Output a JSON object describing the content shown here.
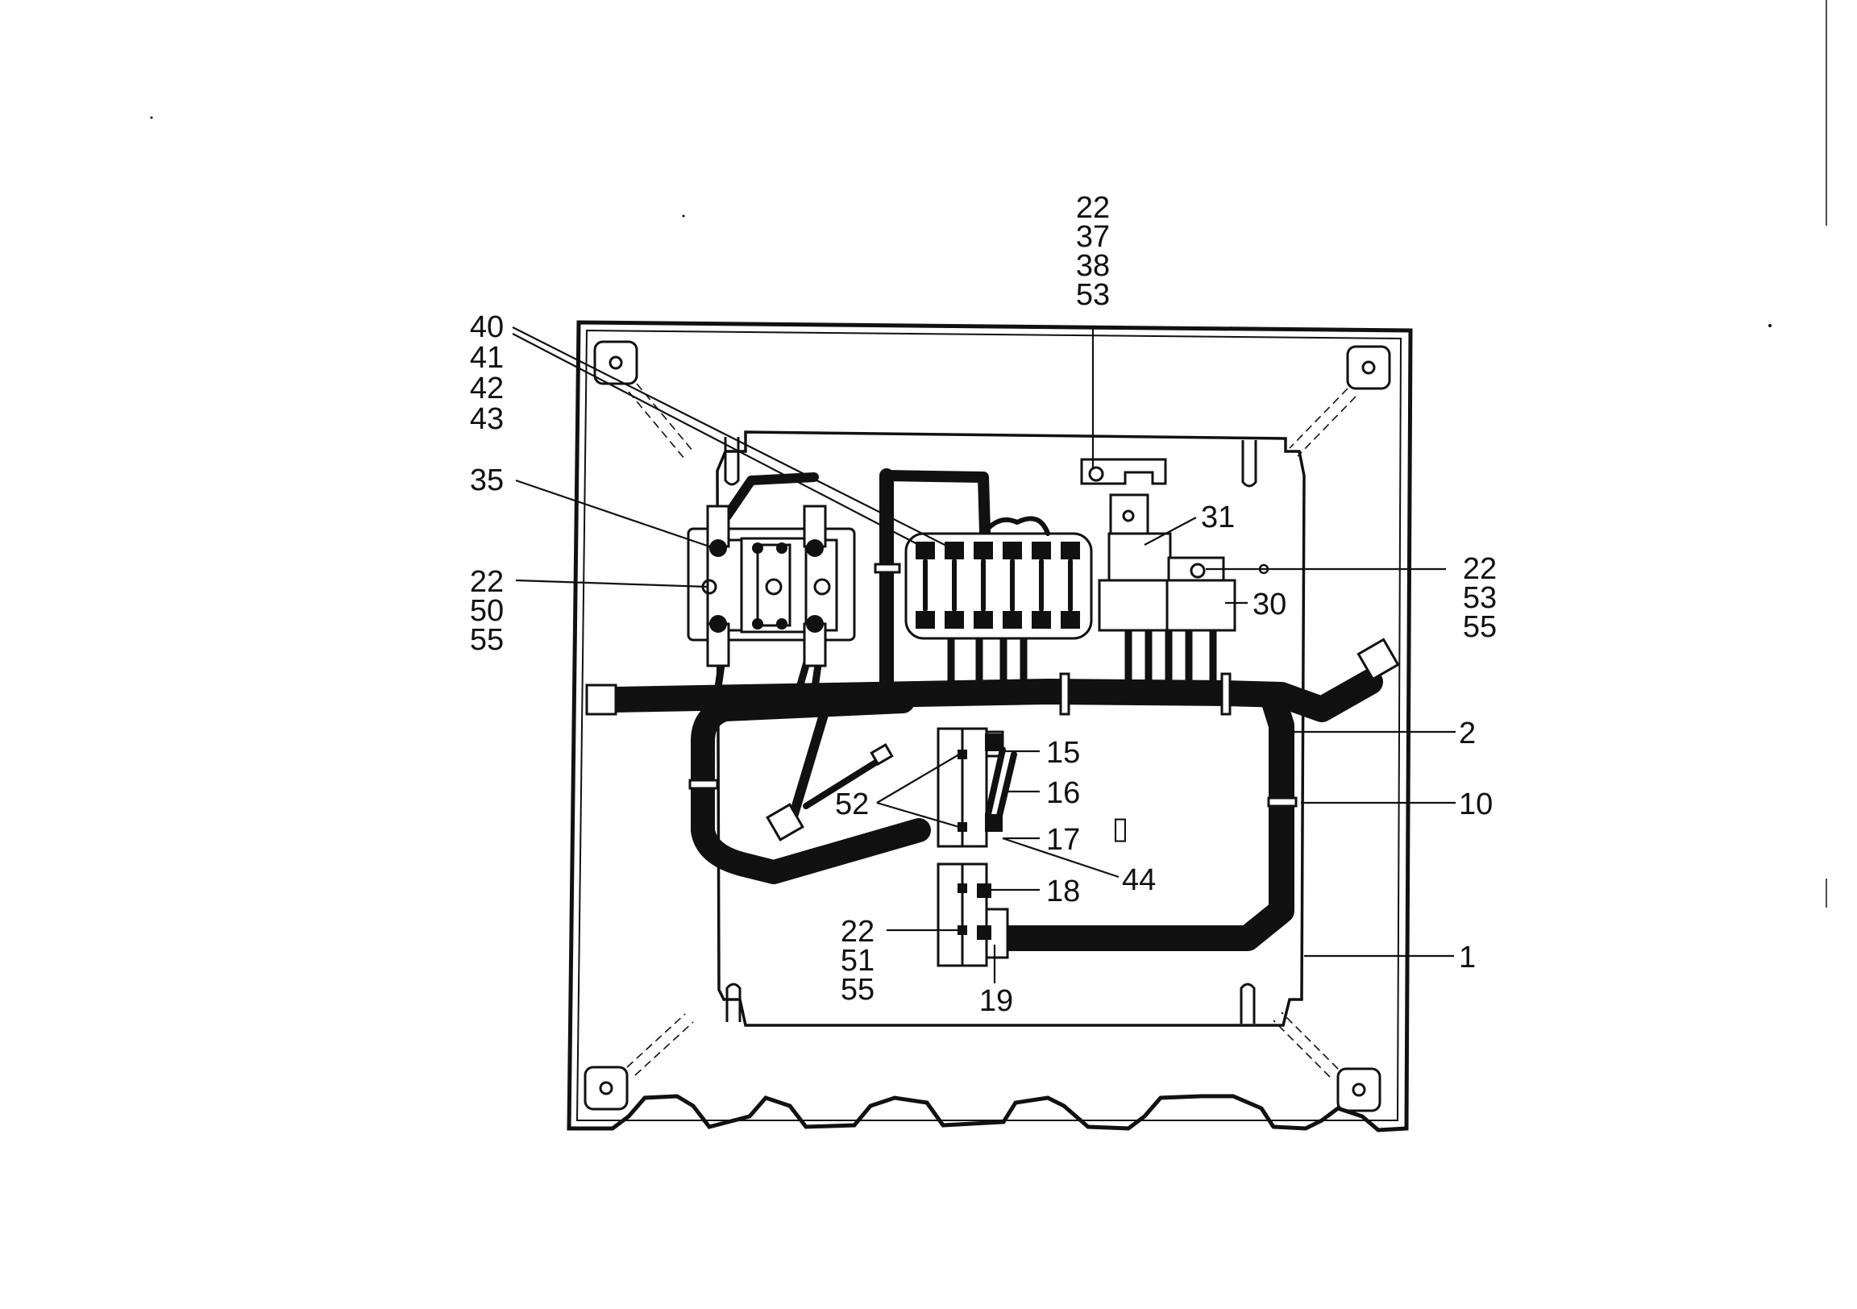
{
  "diagram": {
    "callouts": [
      {
        "id": "top",
        "lines": [
          "22",
          "37",
          "38",
          "53"
        ]
      },
      {
        "id": "fuses",
        "lines": [
          "40",
          "41",
          "42",
          "43"
        ]
      },
      {
        "id": "c35",
        "lines": [
          "35"
        ]
      },
      {
        "id": "left",
        "lines": [
          "22",
          "50",
          "55"
        ]
      },
      {
        "id": "c31",
        "lines": [
          "31"
        ]
      },
      {
        "id": "right",
        "lines": [
          "22",
          "53",
          "55"
        ]
      },
      {
        "id": "c30",
        "lines": [
          "30"
        ]
      },
      {
        "id": "c2",
        "lines": [
          "2"
        ]
      },
      {
        "id": "c10",
        "lines": [
          "10"
        ]
      },
      {
        "id": "c15",
        "lines": [
          "15"
        ]
      },
      {
        "id": "c16",
        "lines": [
          "16"
        ]
      },
      {
        "id": "c52",
        "lines": [
          "52"
        ]
      },
      {
        "id": "c17",
        "lines": [
          "17"
        ]
      },
      {
        "id": "c44",
        "lines": [
          "44"
        ]
      },
      {
        "id": "c18",
        "lines": [
          "18"
        ]
      },
      {
        "id": "bottom",
        "lines": [
          "22",
          "51",
          "55"
        ]
      },
      {
        "id": "c19",
        "lines": [
          "19"
        ]
      },
      {
        "id": "c1",
        "lines": [
          "1"
        ]
      }
    ],
    "stray_glyph": "▯",
    "colors": {
      "ink": "#111111",
      "paper": "#ffffff"
    }
  }
}
